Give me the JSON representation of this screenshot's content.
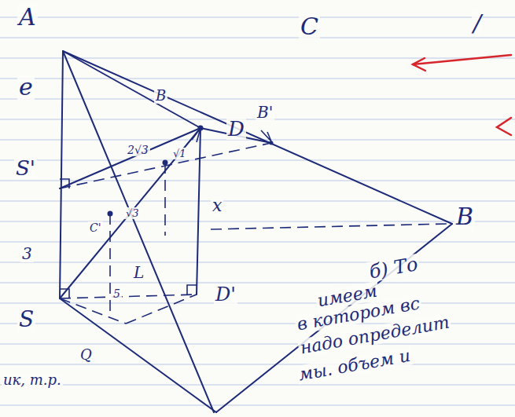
{
  "diagram": {
    "labels": [
      "A",
      "C",
      "/",
      "e",
      "B'",
      "B",
      "2√3",
      "√1",
      "D",
      "S'",
      "3",
      "C'",
      "√3",
      "x",
      "L",
      "S",
      "5",
      "D'",
      "Q",
      "B",
      "б) То",
      "имеем",
      "в котором вс",
      "надо определит",
      "мы. объем и",
      "ик, т.р."
    ]
  }
}
